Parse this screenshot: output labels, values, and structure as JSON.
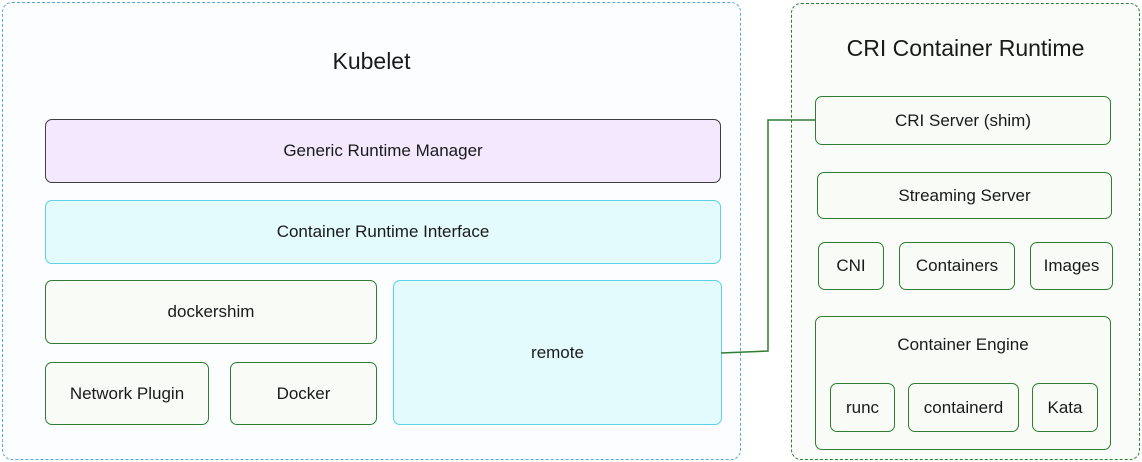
{
  "kubelet": {
    "title": "Kubelet",
    "generic_runtime_manager": "Generic Runtime Manager",
    "container_runtime_interface": "Container Runtime Interface",
    "dockershim": "dockershim",
    "network_plugin": "Network Plugin",
    "docker": "Docker",
    "remote": "remote"
  },
  "cri_runtime": {
    "title": "CRI Container Runtime",
    "cri_server": "CRI Server (shim)",
    "streaming_server": "Streaming Server",
    "cni": "CNI",
    "containers": "Containers",
    "images": "Images",
    "container_engine": {
      "label": "Container Engine",
      "runc": "runc",
      "containerd": "containerd",
      "kata": "Kata"
    }
  },
  "colors": {
    "kubelet_border": "#5aa6d6",
    "cri_border": "#2e7d32",
    "purple_fill": "#f3e8fd",
    "cyan_fill": "#e3fbfd",
    "green_border": "#2e7d32"
  }
}
